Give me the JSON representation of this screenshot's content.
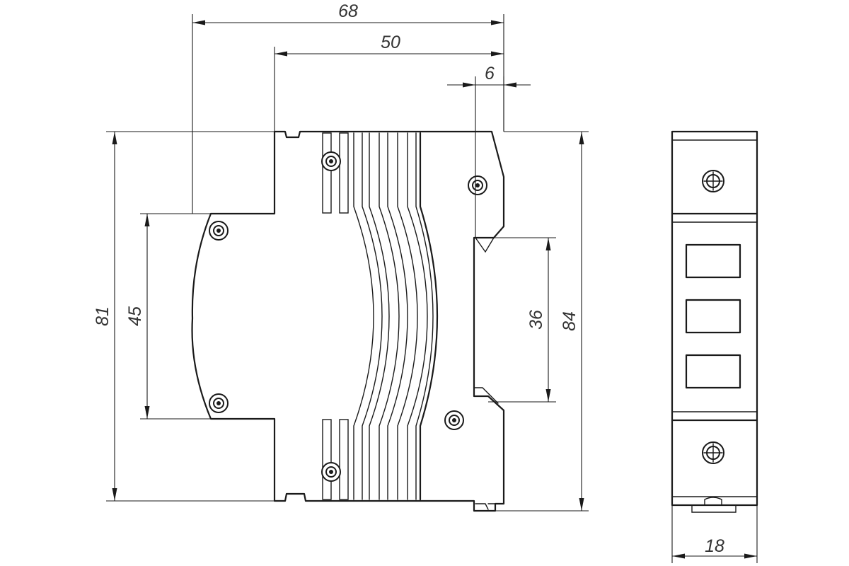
{
  "dimensions": {
    "overall_width": "68",
    "body_width": "50",
    "rail_offset": "6",
    "height_81": "81",
    "inner_45": "45",
    "rail_36": "36",
    "height_84": "84",
    "module_width": "18"
  }
}
